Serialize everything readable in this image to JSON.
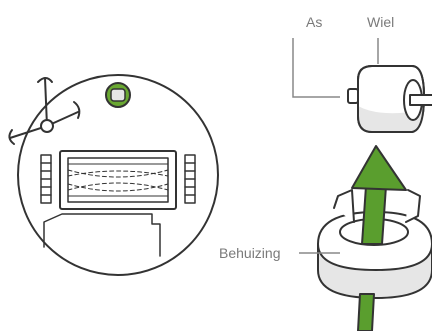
{
  "labels": {
    "as": "As",
    "wiel": "Wiel",
    "behuizing": "Behuizing"
  },
  "colors": {
    "outline": "#333333",
    "label_text": "#7a7a7a",
    "leader_line": "#888888",
    "arrow_green": "#5a9e2e",
    "button_green": "#6aa832",
    "wheel_shade": "#e6e6e6",
    "background": "#ffffff"
  },
  "icons": {
    "robot": "robot-underside-diagram",
    "arrow": "up-arrow",
    "wheel": "wheel-diagram",
    "housing": "wheel-housing-diagram"
  }
}
